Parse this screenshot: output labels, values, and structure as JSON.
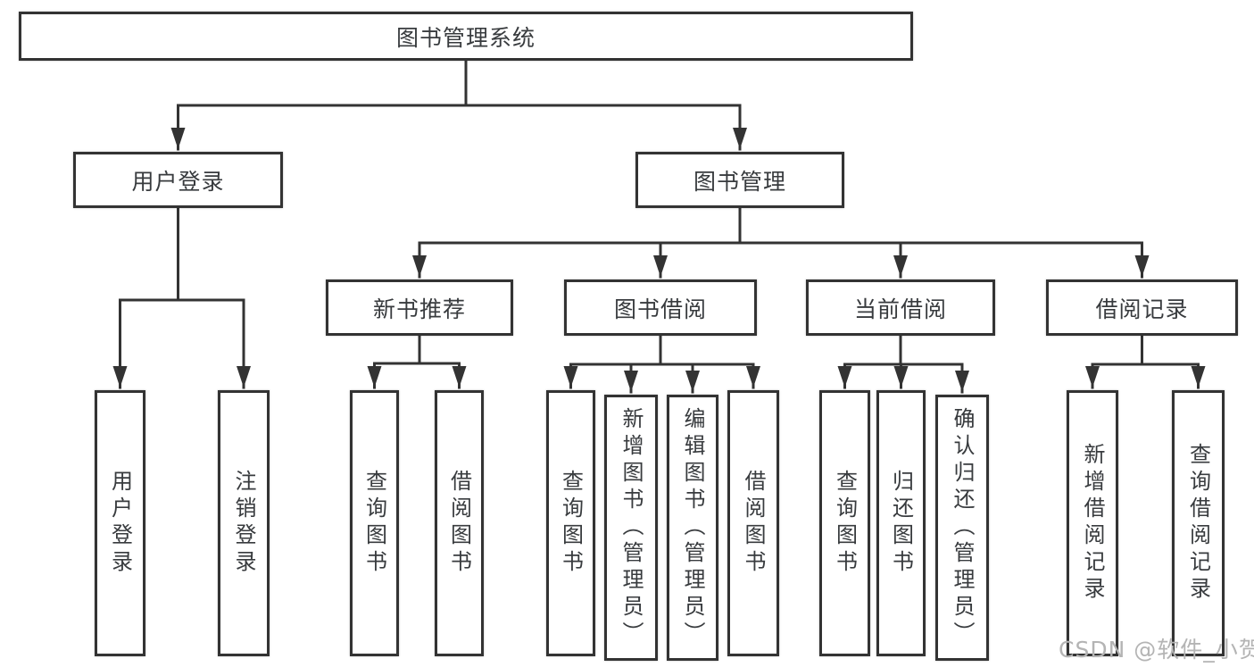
{
  "diagram": {
    "root": {
      "label": "图书管理系统"
    },
    "branches": [
      {
        "label": "用户登录",
        "children": [
          {
            "label": "用户登录"
          },
          {
            "label": "注销登录"
          }
        ]
      },
      {
        "label": "图书管理",
        "children": [
          {
            "label": "新书推荐",
            "children": [
              {
                "label": "查询图书"
              },
              {
                "label": "借阅图书"
              }
            ]
          },
          {
            "label": "图书借阅",
            "children": [
              {
                "label": "查询图书"
              },
              {
                "label": "新增图书（管理员）"
              },
              {
                "label": "编辑图书（管理员）"
              },
              {
                "label": "借阅图书"
              }
            ]
          },
          {
            "label": "当前借阅",
            "children": [
              {
                "label": "查询图书"
              },
              {
                "label": "归还图书"
              },
              {
                "label": "确认归还（管理员）"
              }
            ]
          },
          {
            "label": "借阅记录",
            "children": [
              {
                "label": "新增借阅记录"
              },
              {
                "label": "查询借阅记录"
              }
            ]
          }
        ]
      }
    ]
  },
  "watermark": {
    "text": "CSDN @软件_小贺同学",
    "color": "#b4b4b4"
  },
  "colors": {
    "background": "#ffffff",
    "line": "#333333",
    "box_border": "#333333",
    "box_fill": "#ffffff",
    "text": "#383b3e"
  }
}
